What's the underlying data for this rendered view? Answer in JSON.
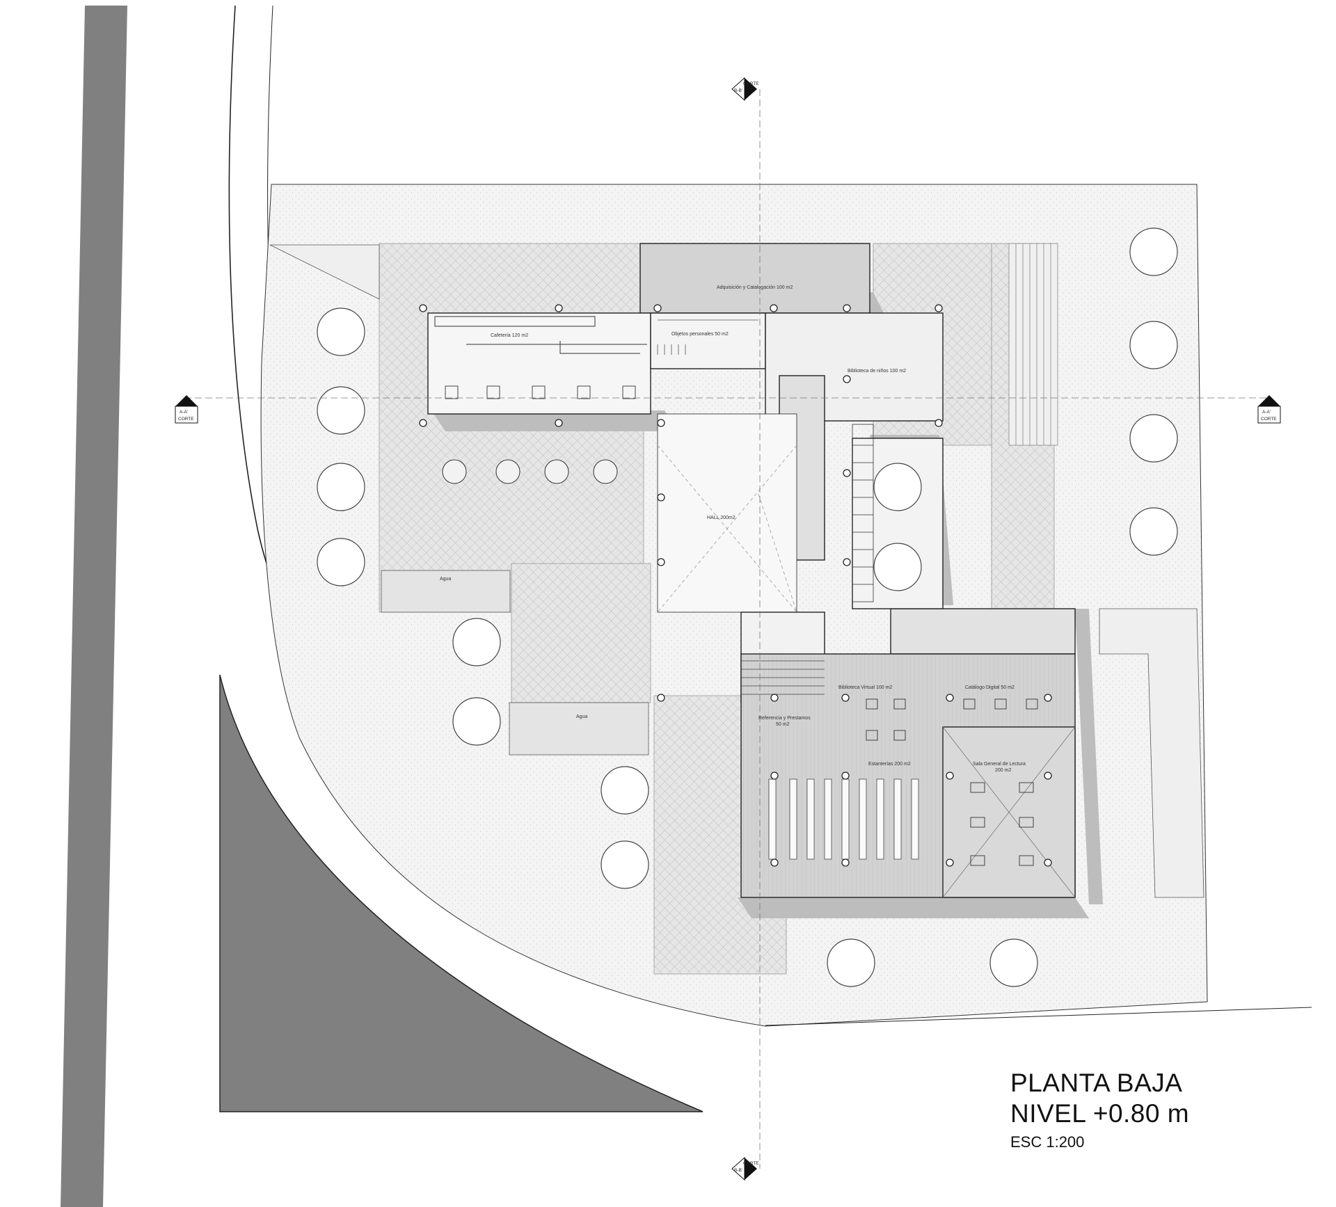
{
  "title": {
    "line1": "PLANTA BAJA",
    "line2": "NIVEL +0.80 m",
    "scale": "ESC 1:200"
  },
  "section_markers": {
    "a_code": "A-A'",
    "b_code": "B-B'",
    "word": "CORTE"
  },
  "rooms": {
    "acquisition": "Adquisición y Catalogación 100 m2",
    "cafeteria": "Cafetería 120 m2",
    "lockers": "Objetos personales 50 m2",
    "kids_library": "Biblioteca de niños 100 m2",
    "hall": "HALL 200m2",
    "water_1": "Agua",
    "water_2": "Agua",
    "virtual_library": "Biblioteca Virtual 100 m2",
    "digital_catalog": "Catálogo Digital 50 m2",
    "reference": "Referencia y Prestamos",
    "reference_area": "50 m2",
    "shelves": "Estanterías 200 m2",
    "reading_room": "Sala General de Lectura",
    "reading_area": "200 m2"
  },
  "colors": {
    "road": "#808080",
    "paving": "#e4e4e4",
    "building": "#d6d6d6",
    "shadow": "#bdbdbd",
    "line": "#222222"
  }
}
